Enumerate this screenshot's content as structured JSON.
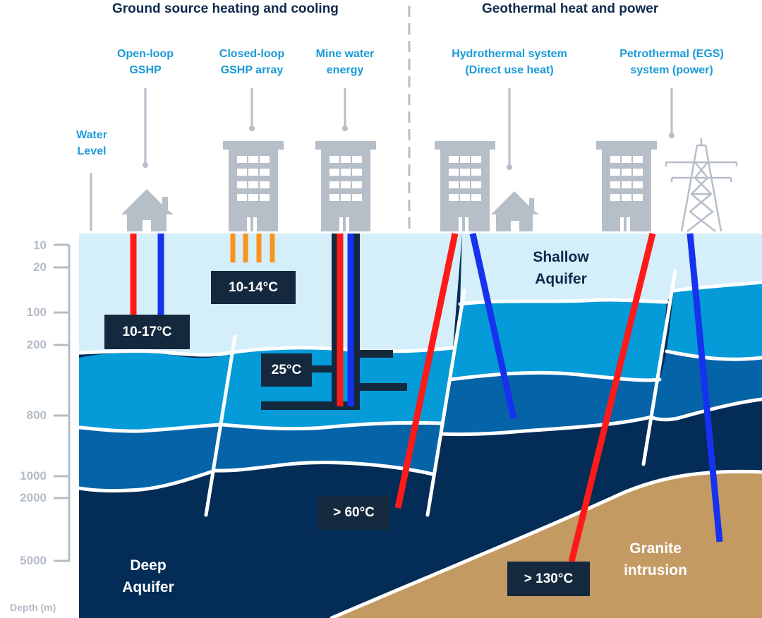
{
  "headers": {
    "left": "Ground source heating and cooling",
    "right": "Geothermal heat and power"
  },
  "labels": {
    "water_level": [
      "Water",
      "Level"
    ],
    "open_loop": [
      "Open-loop",
      "GSHP"
    ],
    "closed_loop": [
      "Closed-loop",
      "GSHP array"
    ],
    "mine_water": [
      "Mine water",
      "energy"
    ],
    "hydrothermal": [
      "Hydrothermal system",
      "(Direct use heat)"
    ],
    "petrothermal": [
      "Petrothermal (EGS)",
      "system (power)"
    ]
  },
  "temperatures": {
    "open_loop": "10-17°C",
    "closed_loop": "10-14°C",
    "mine_water": "25°C",
    "hydrothermal": "> 60°C",
    "petrothermal": "> 130°C"
  },
  "regions": {
    "shallow": [
      "Shallow",
      "Aquifer"
    ],
    "deep": [
      "Deep",
      "Aquifer"
    ],
    "granite": [
      "Granite",
      "intrusion"
    ]
  },
  "depth_axis": {
    "unit_label": "Depth (m)",
    "ticks": [
      "10",
      "20",
      "100",
      "200",
      "800",
      "1000",
      "2000",
      "5000"
    ]
  },
  "colors": {
    "shallow_aquifer": "#d4eefa",
    "layer_2": "#049bd8",
    "layer_3": "#0563a8",
    "deep_aquifer": "#032c56",
    "granite": "#c49a63",
    "hot_pipe": "#ff1a1a",
    "cold_pipe": "#1632ef",
    "closed_loop_pipe": "#f7941d",
    "building": "#b6bec8",
    "header_text": "#0d2b4b",
    "label_text": "#1a9ad6",
    "temp_box": "#14293d"
  },
  "icons": [
    "house-icon",
    "office-building-icon",
    "pylon-icon"
  ]
}
